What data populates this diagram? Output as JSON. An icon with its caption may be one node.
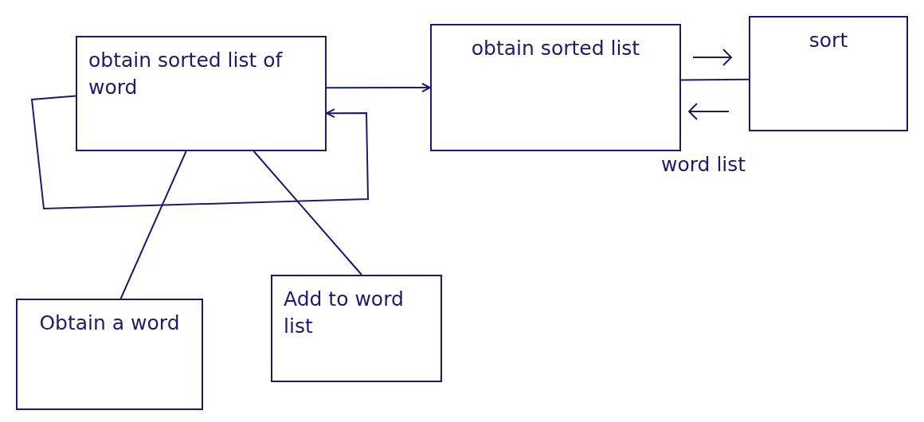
{
  "diagram": {
    "nodes": [
      {
        "text": [
          "obtain sorted list of word"
        ]
      },
      {
        "text": [
          "obtain sorted list"
        ]
      },
      {
        "text": [
          "sort"
        ]
      },
      {
        "text": [
          "Obtain a word"
        ]
      },
      {
        "text": [
          "Add to word list"
        ]
      }
    ],
    "edges": [
      {
        "from": 0,
        "to": 1,
        "arrow": "to"
      },
      {
        "from": 0,
        "to": 0,
        "arrow": "to"
      },
      {
        "from": 3,
        "to": 0,
        "arrow": "none"
      },
      {
        "from": 4,
        "to": 0,
        "arrow": "none"
      },
      {
        "from": 1,
        "to": 2,
        "arrow": "none"
      }
    ],
    "labels": [
      "word list"
    ]
  }
}
